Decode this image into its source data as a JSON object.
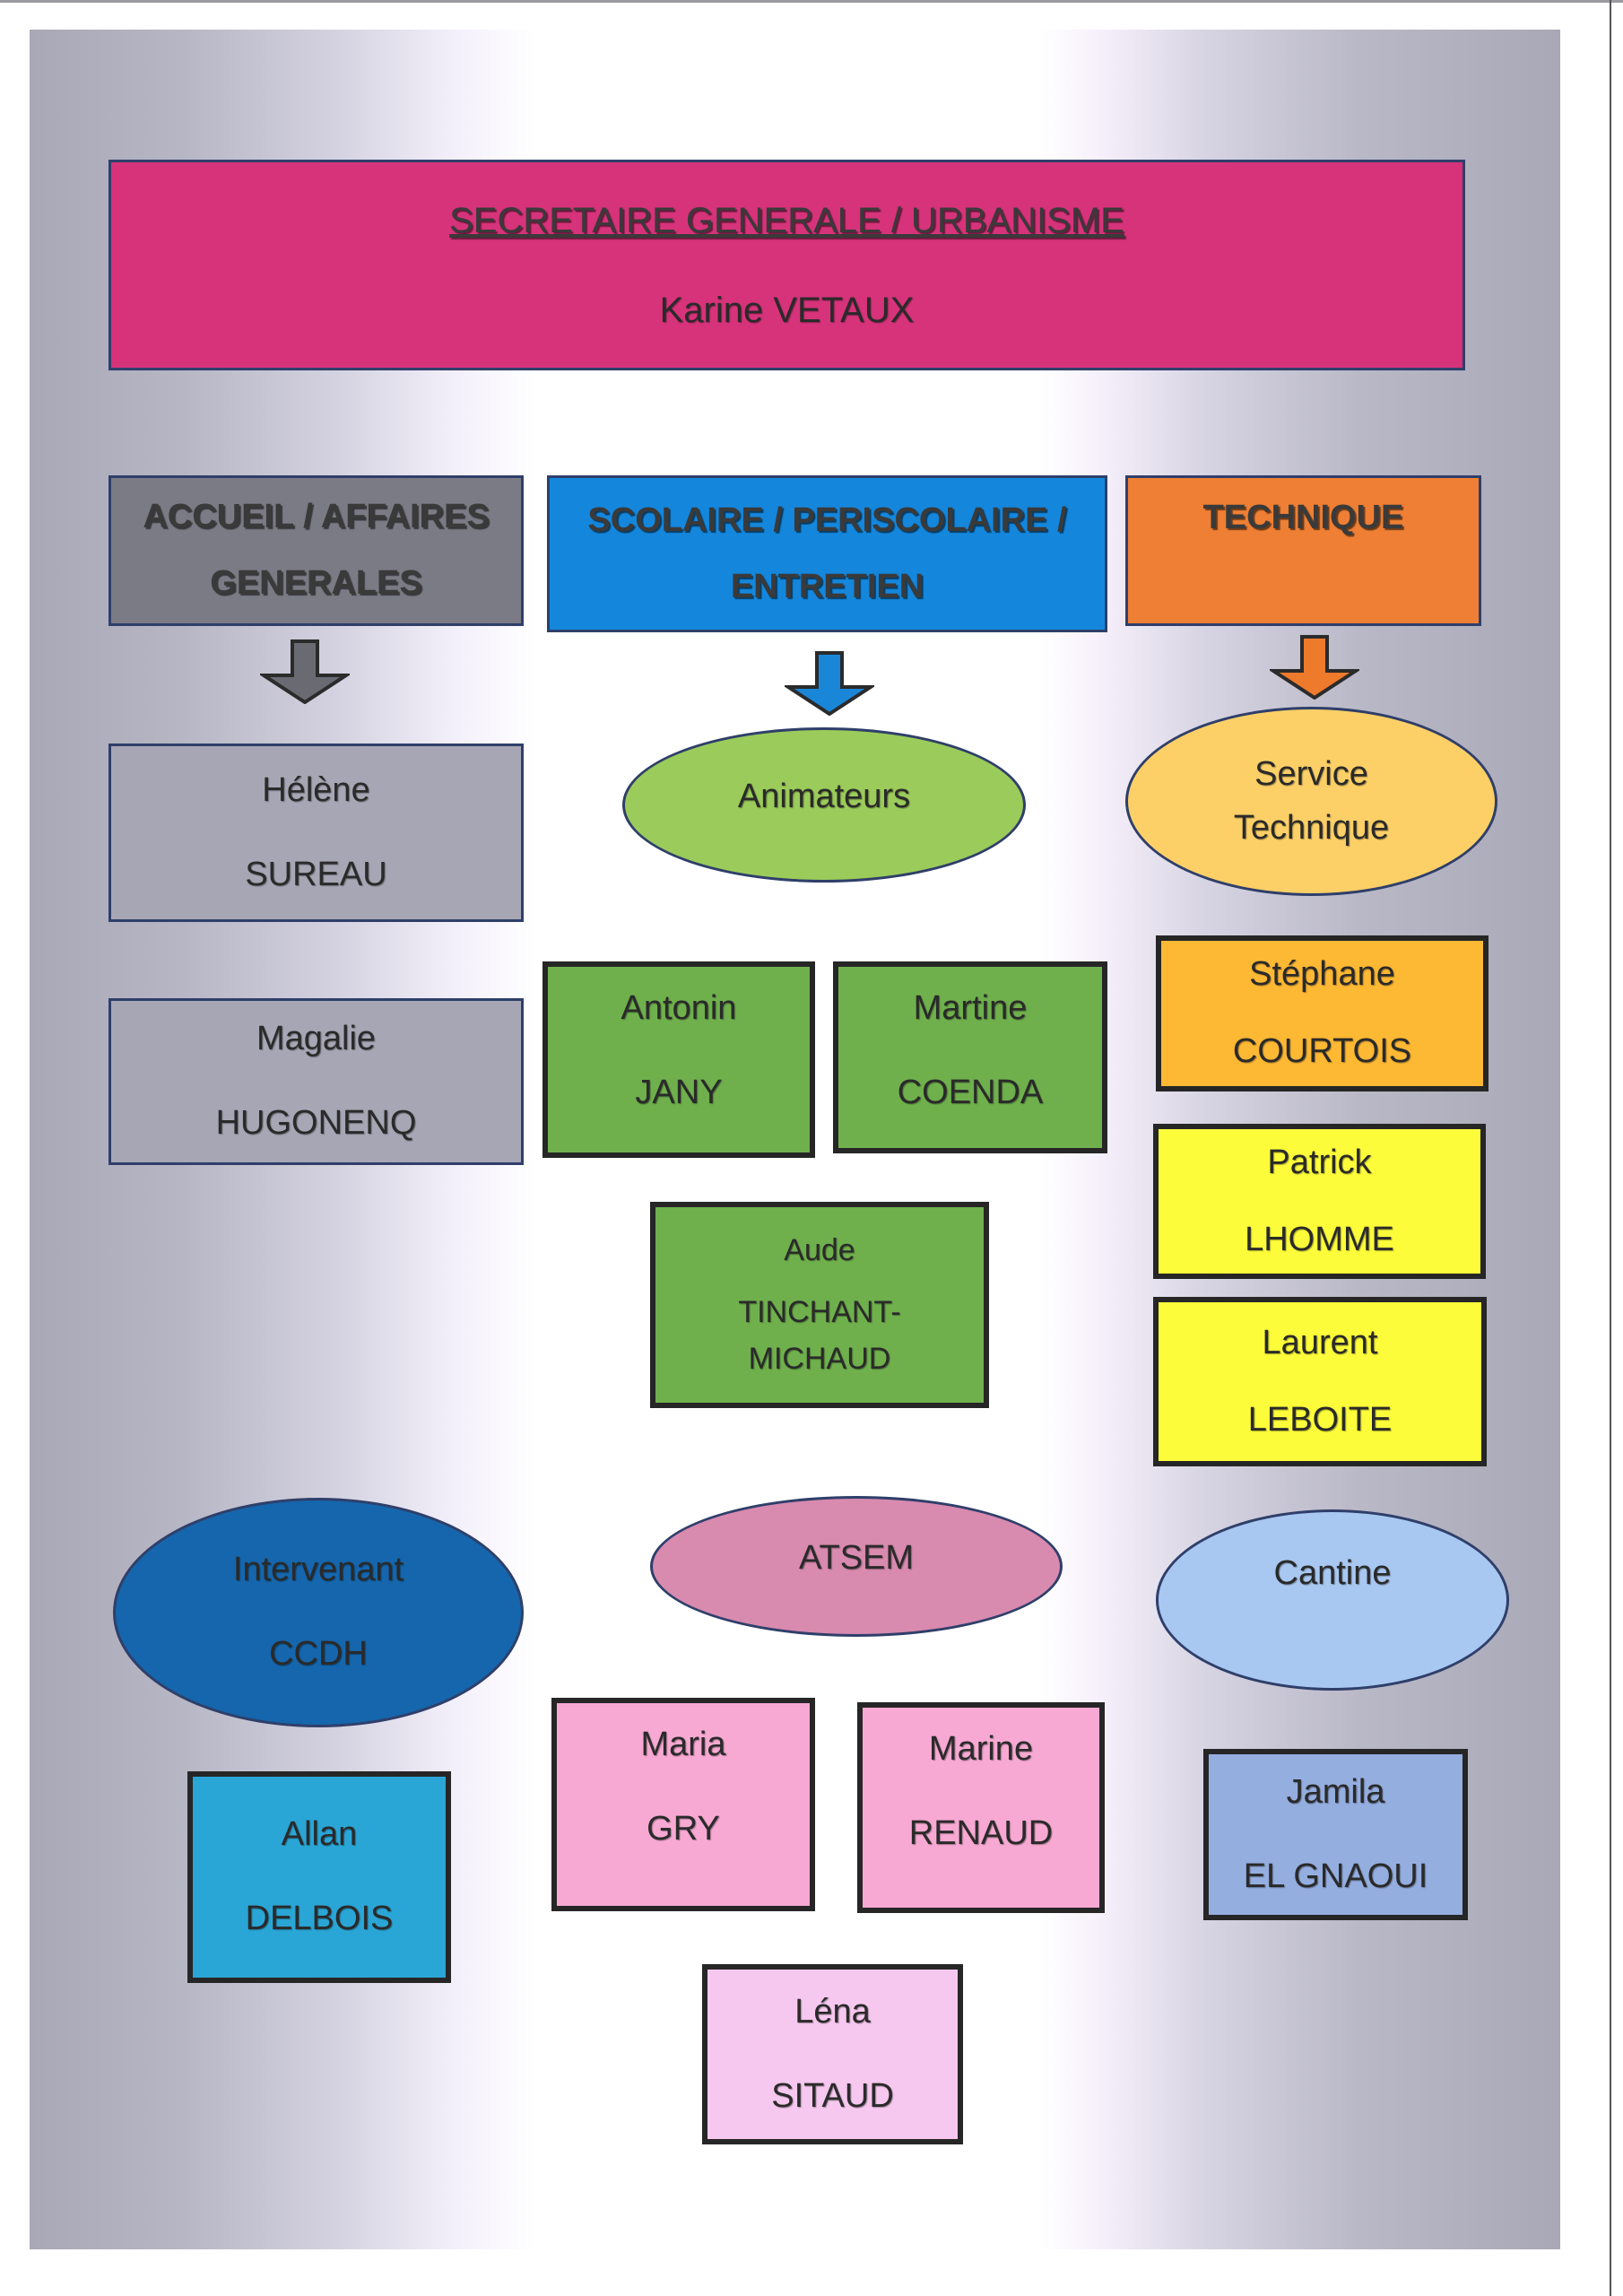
{
  "org_chart": {
    "top": {
      "title": "SECRETAIRE GENERALE / URBANISME",
      "name": "Karine VETAUX",
      "color": "#d6337a"
    },
    "departments": [
      {
        "line1": "ACCUEIL / AFFAIRES",
        "line2": "GENERALES",
        "color": "#7b7b85"
      },
      {
        "line1": "SCOLAIRE / PERISCOLAIRE /",
        "line2": "ENTRETIEN",
        "color": "#1487dd"
      },
      {
        "line1": "TECHNIQUE",
        "line2": "",
        "color": "#ef7f34"
      }
    ],
    "arrow_colors": [
      "#6a6a72",
      "#1a86d8",
      "#ee7a2c"
    ],
    "accueil": {
      "staff": [
        {
          "first": "Hélène",
          "last": "SUREAU",
          "color": "#a7a6b5"
        },
        {
          "first": "Magalie",
          "last": "HUGONENQ",
          "color": "#a7a6b5"
        }
      ]
    },
    "scolaire": {
      "groups": [
        {
          "label": "Animateurs",
          "color": "#9bcb5a",
          "staff": [
            {
              "first": "Antonin",
              "last": "JANY",
              "color": "#6fb04d"
            },
            {
              "first": "Martine",
              "last": "COENDA",
              "color": "#6fb04d"
            },
            {
              "first": "Aude",
              "last": "TINCHANT-",
              "last2": "MICHAUD",
              "color": "#6fb04d"
            }
          ]
        },
        {
          "label": "ATSEM",
          "color": "#d88aaf",
          "staff": [
            {
              "first": "Maria",
              "last": "GRY",
              "color": "#f7a9d3"
            },
            {
              "first": "Marine",
              "last": "RENAUD",
              "color": "#f7a9d3"
            },
            {
              "first": "Léna",
              "last": "SITAUD",
              "color": "#f7c8ef"
            }
          ]
        }
      ]
    },
    "technique": {
      "groups": [
        {
          "label_line1": "Service",
          "label_line2": "Technique",
          "color": "#fdd067",
          "staff": [
            {
              "first": "Stéphane",
              "last": "COURTOIS",
              "color": "#fdb834"
            },
            {
              "first": "Patrick",
              "last": "LHOMME",
              "color": "#fdfc3a"
            },
            {
              "first": "Laurent",
              "last": "LEBOITE",
              "color": "#fdfc3a"
            }
          ]
        },
        {
          "label": "Cantine",
          "color": "#a8c8f2",
          "staff": [
            {
              "first": "Jamila",
              "last": "EL GNAOUI",
              "color": "#95aee0"
            }
          ]
        }
      ]
    },
    "intervenant": {
      "label_line1": "Intervenant",
      "label_line2": "CCDH",
      "color": "#1566ac",
      "staff": [
        {
          "first": "Allan",
          "last": "DELBOIS",
          "color": "#2aa6d6"
        }
      ]
    }
  }
}
